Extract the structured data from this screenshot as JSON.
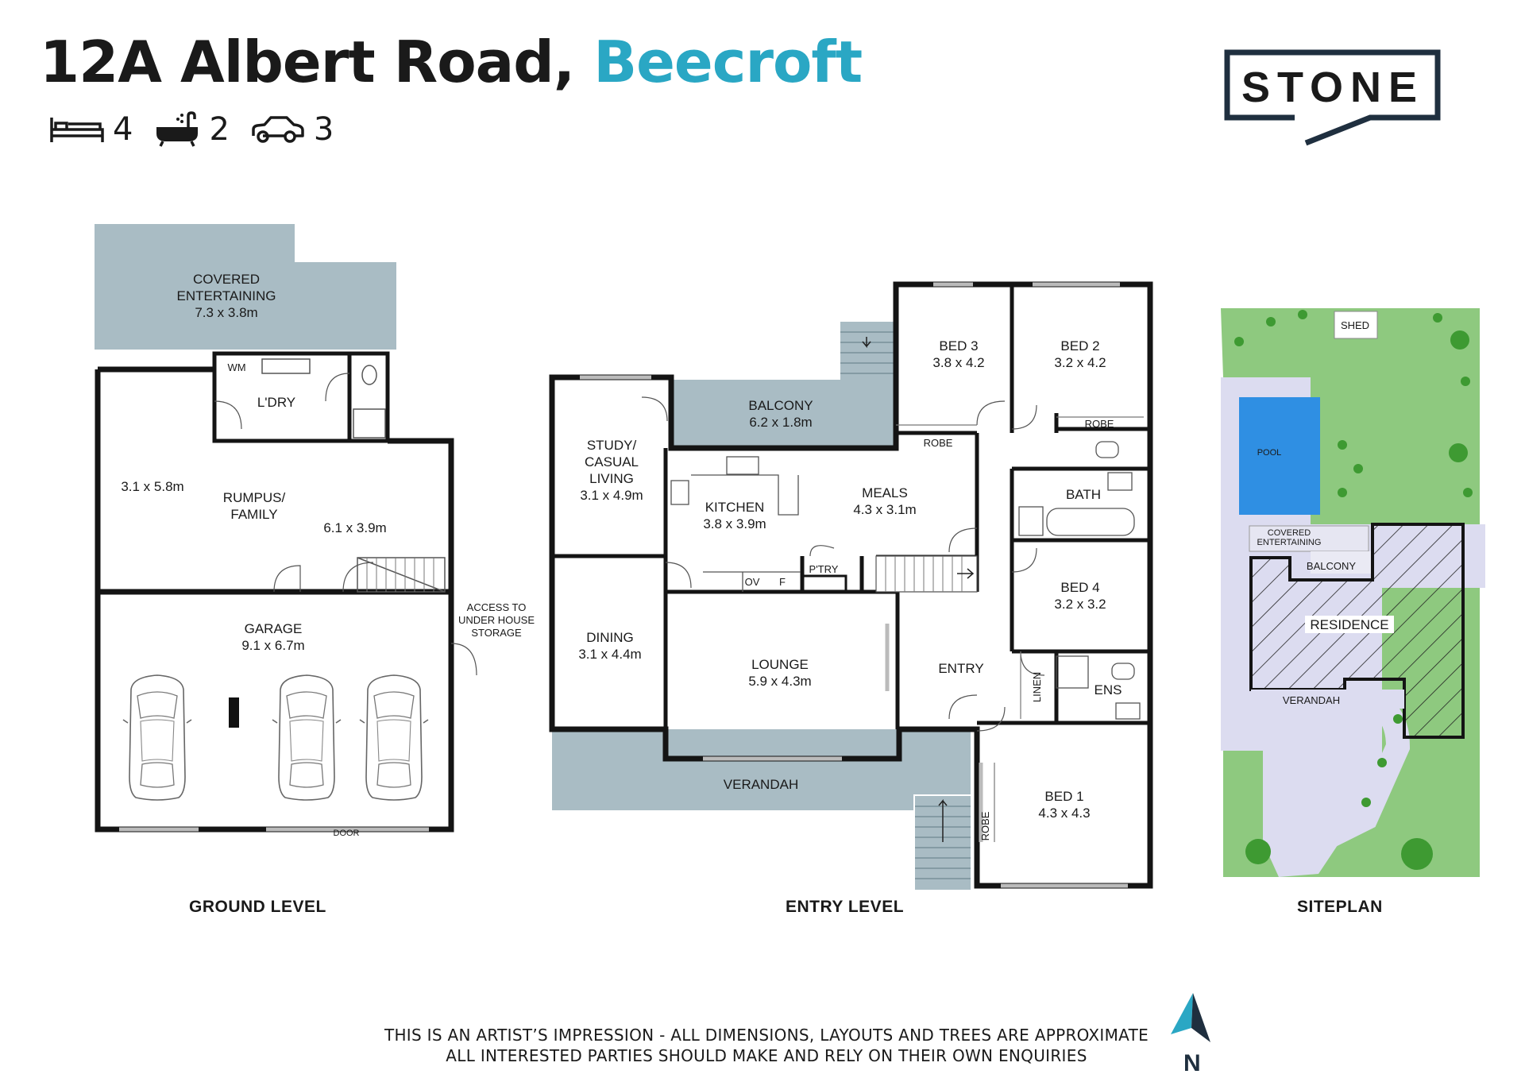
{
  "header": {
    "street": "12A Albert Road,",
    "suburb": "Beecroft",
    "bedrooms": "4",
    "bathrooms": "2",
    "parking": "3"
  },
  "logo": {
    "text": "STONE",
    "color": "#1f2f3f"
  },
  "colors": {
    "outdoor": "#a9bcc4",
    "wall": "#141414",
    "lawn": "#8ec97f",
    "path": "#dcdcf0",
    "pool": "#2f8fe3",
    "accent": "#2aa7c4"
  },
  "ground_level": {
    "label": "GROUND LEVEL",
    "covered_entertaining": {
      "name": "COVERED\nENTERTAINING",
      "line1": "COVERED",
      "line2": "ENTERTAINING",
      "dims": "7.3 x 3.8m"
    },
    "laundry": {
      "name": "L'DRY",
      "wm": "WM"
    },
    "rumpus_dims_a": "3.1 x 5.8m",
    "rumpus": {
      "line1": "RUMPUS/",
      "line2": "FAMILY",
      "dims": "6.1 x 3.9m"
    },
    "garage": {
      "name": "GARAGE",
      "dims": "9.1 x 6.7m",
      "door": "DOOR"
    },
    "access": {
      "line1": "ACCESS TO",
      "line2": "UNDER HOUSE",
      "line3": "STORAGE"
    }
  },
  "entry_level": {
    "label": "ENTRY LEVEL",
    "balcony": {
      "name": "BALCONY",
      "dims": "6.2 x 1.8m"
    },
    "study": {
      "line1": "STUDY/",
      "line2": "CASUAL",
      "line3": "LIVING",
      "dims": "3.1 x 4.9m"
    },
    "kitchen": {
      "name": "KITCHEN",
      "dims": "3.8 x 3.9m",
      "ov": "OV",
      "f": "F",
      "pantry": "P'TRY"
    },
    "meals": {
      "name": "MEALS",
      "dims": "4.3 x 3.1m"
    },
    "dining": {
      "name": "DINING",
      "dims": "3.1 x 4.4m"
    },
    "lounge": {
      "name": "LOUNGE",
      "dims": "5.9 x 4.3m"
    },
    "verandah": "VERANDAH",
    "entry": "ENTRY",
    "bed3": {
      "name": "BED 3",
      "dims": "3.8 x 4.2",
      "robe": "ROBE"
    },
    "bed2": {
      "name": "BED 2",
      "dims": "3.2 x 4.2",
      "robe": "ROBE"
    },
    "bath": "BATH",
    "bed4": {
      "name": "BED 4",
      "dims": "3.2 x 3.2"
    },
    "linen": "LINEN",
    "ens": "ENS",
    "bed1": {
      "name": "BED 1",
      "dims": "4.3 x 4.3",
      "robe": "ROBE"
    }
  },
  "siteplan": {
    "label": "SITEPLAN",
    "shed": "SHED",
    "pool": "POOL",
    "covered_line1": "COVERED",
    "covered_line2": "ENTERTAINING",
    "balcony": "BALCONY",
    "residence": "RESIDENCE",
    "verandah": "VERANDAH"
  },
  "disclaimer": {
    "line1": "THIS IS AN ARTIST’S IMPRESSION - ALL DIMENSIONS, LAYOUTS AND TREES ARE APPROXIMATE",
    "line2": "ALL INTERESTED PARTIES SHOULD MAKE AND RELY ON THEIR OWN ENQUIRIES"
  },
  "compass": {
    "label": "N"
  }
}
